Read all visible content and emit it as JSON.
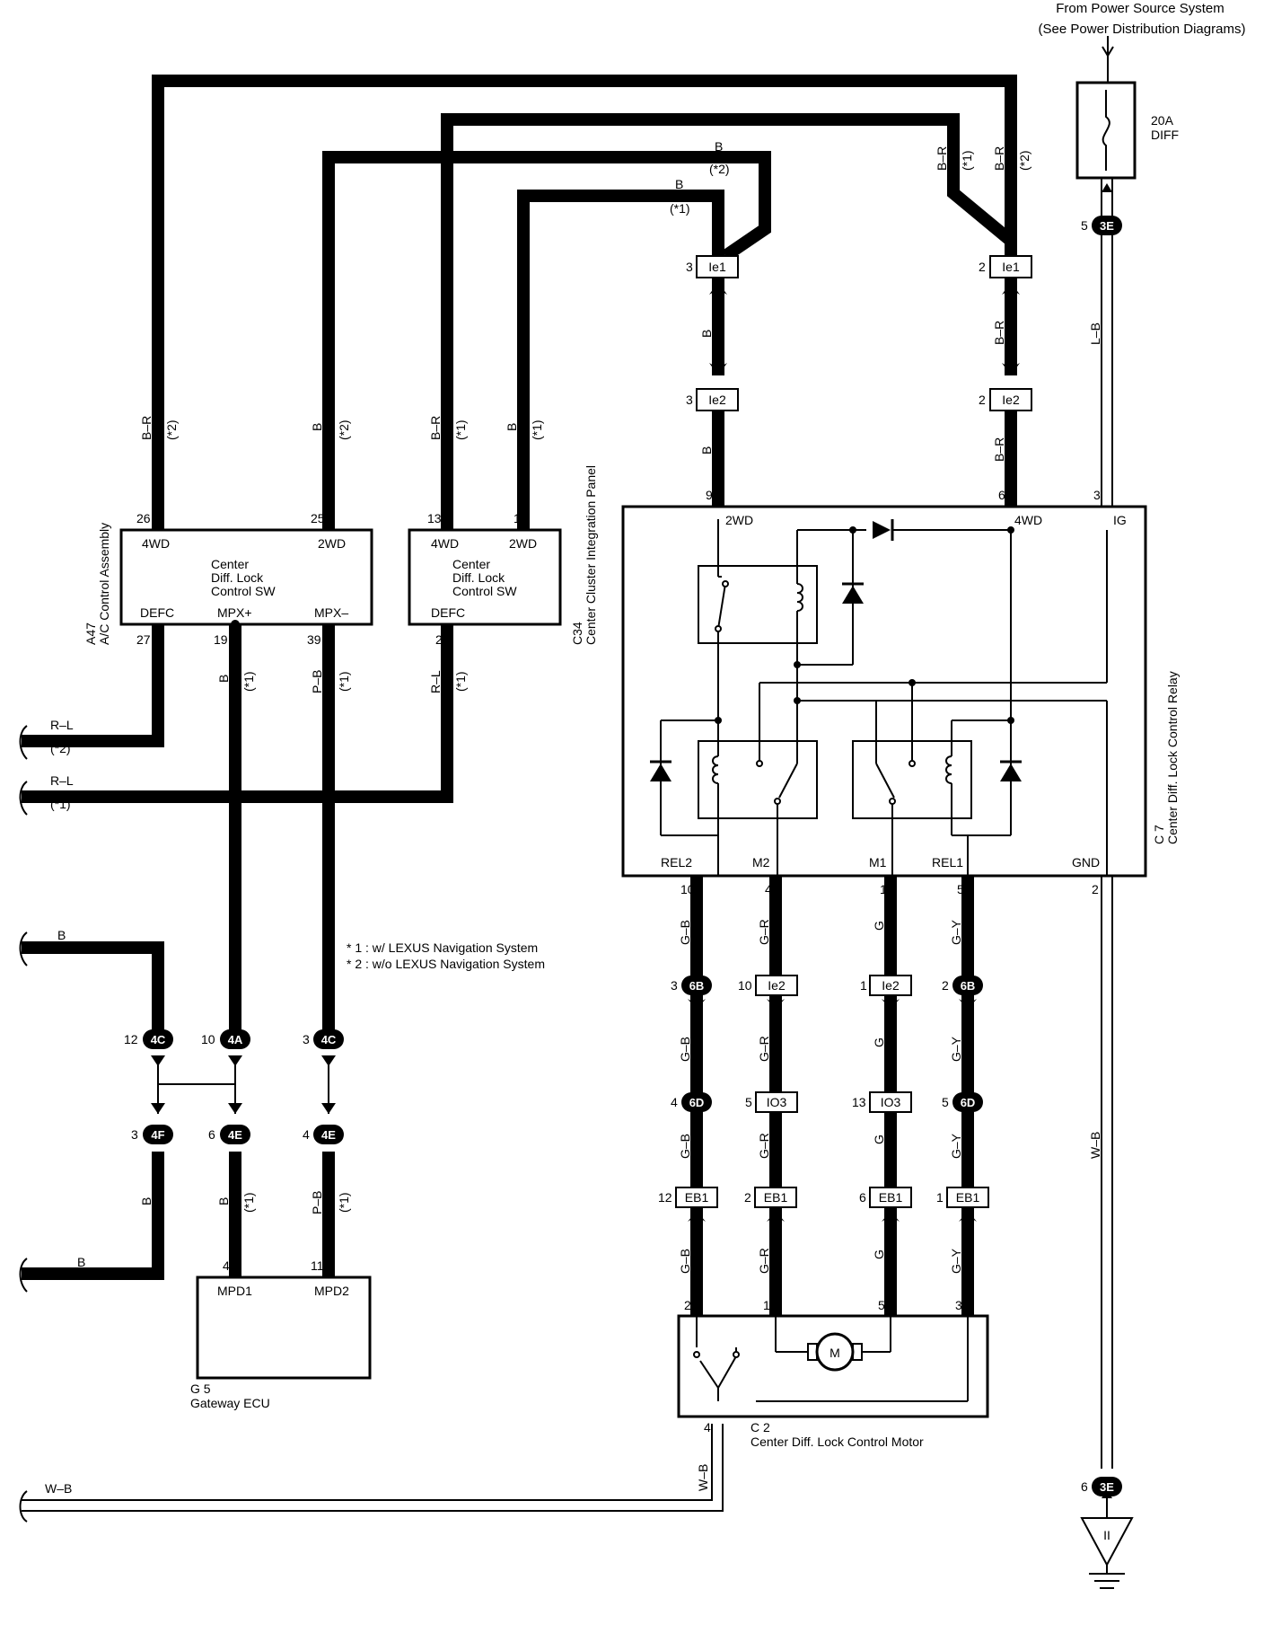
{
  "header": {
    "source_line1": "From Power Source System",
    "source_line2": "(See Power Distribution Diagrams)"
  },
  "fuse": {
    "label1": "20A",
    "label2": "DIFF"
  },
  "components": {
    "a47": {
      "code": "A47",
      "name": "A/C Control Assembly",
      "title1": "Center",
      "title2": "Diff.  Lock",
      "title3": "Control SW",
      "pin_4wd": "4WD",
      "pin_2wd": "2WD",
      "pin_defc": "DEFC",
      "pin_mpxp": "MPX+",
      "pin_mpxm": "MPX–",
      "num_26": "26",
      "num_25": "25",
      "num_27": "27",
      "num_19": "19",
      "num_39": "39"
    },
    "c34": {
      "code": "C34",
      "name": "Center Cluster Integration Panel",
      "title1": "Center",
      "title2": "Diff.  Lock",
      "title3": "Control SW",
      "pin_4wd": "4WD",
      "pin_2wd": "2WD",
      "pin_defc": "DEFC",
      "num_13": "13",
      "num_1": "1",
      "num_2": "2"
    },
    "c7": {
      "code": "C 7",
      "name": "Center Diff.  Lock Control Relay",
      "pin_2wd": "2WD",
      "pin_4wd": "4WD",
      "pin_ig": "IG",
      "pin_rel2": "REL2",
      "pin_m2": "M2",
      "pin_m1": "M1",
      "pin_rel1": "REL1",
      "pin_gnd": "GND",
      "num_9": "9",
      "num_6": "6",
      "num_3": "3",
      "num_10": "10",
      "num_4": "4",
      "num_1": "1",
      "num_5": "5",
      "num_2": "2"
    },
    "g5": {
      "code": "G 5",
      "name": "Gateway ECU",
      "pin_mpd1": "MPD1",
      "pin_mpd2": "MPD2",
      "num_4": "4",
      "num_11": "11"
    },
    "c2": {
      "code": "C 2",
      "name": "Center Diff.  Lock Control Motor",
      "motor": "M",
      "num_2": "2",
      "num_1": "1",
      "num_5": "5",
      "num_3": "3",
      "num_4": "4"
    }
  },
  "connectors": {
    "ie1_a": {
      "id": "Ie1",
      "pin": "3"
    },
    "ie1_b": {
      "id": "Ie1",
      "pin": "2"
    },
    "ie2_a": {
      "id": "Ie2",
      "pin": "3"
    },
    "ie2_b": {
      "id": "Ie2",
      "pin": "2"
    },
    "e3_top": {
      "id": "3E",
      "pin": "5"
    },
    "e3_bot": {
      "id": "3E",
      "pin": "6"
    },
    "b6_a": {
      "id": "6B",
      "pin": "3"
    },
    "ie2_c": {
      "id": "Ie2",
      "pin": "10"
    },
    "ie2_d": {
      "id": "Ie2",
      "pin": "1"
    },
    "b6_b": {
      "id": "6B",
      "pin": "2"
    },
    "d6_a": {
      "id": "6D",
      "pin": "4"
    },
    "io3_a": {
      "id": "IO3",
      "pin": "5"
    },
    "io3_b": {
      "id": "IO3",
      "pin": "13"
    },
    "d6_b": {
      "id": "6D",
      "pin": "5"
    },
    "eb1_a": {
      "id": "EB1",
      "pin": "12"
    },
    "eb1_b": {
      "id": "EB1",
      "pin": "2"
    },
    "eb1_c": {
      "id": "EB1",
      "pin": "6"
    },
    "eb1_d": {
      "id": "EB1",
      "pin": "1"
    },
    "c4_a": {
      "id": "4C",
      "pin": "12"
    },
    "a4": {
      "id": "4A",
      "pin": "10"
    },
    "c4_b": {
      "id": "4C",
      "pin": "3"
    },
    "f4": {
      "id": "4F",
      "pin": "3"
    },
    "e4_a": {
      "id": "4E",
      "pin": "6"
    },
    "e4_b": {
      "id": "4E",
      "pin": "4"
    }
  },
  "wire_labels": {
    "b_r": "B–R",
    "b": "B",
    "l_b": "L–B",
    "r_l": "R–L",
    "p_b": "P–B",
    "g_b": "G–B",
    "g_r": "G–R",
    "g": "G",
    "g_y": "G–Y",
    "w_b": "W–B",
    "n1": "(*1)",
    "n2": "(*2)"
  },
  "notes": {
    "n1": "* 1 : w/ LEXUS Navigation System",
    "n2": "* 2 : w/o LEXUS Navigation System"
  },
  "ground": {
    "label": "II"
  }
}
